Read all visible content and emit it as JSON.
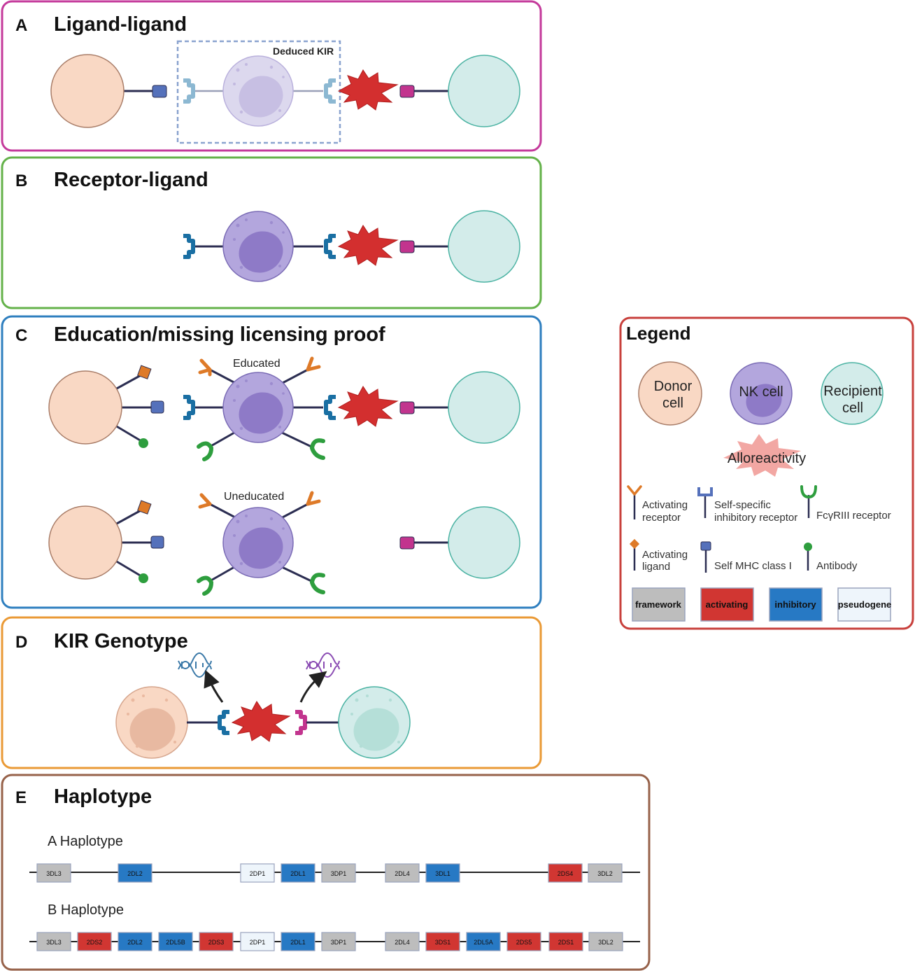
{
  "colors": {
    "donor_fill": "#f9d8c4",
    "donor_stroke": "#a97d68",
    "recipient_fill": "#d3ecea",
    "recipient_stroke": "#4bb3a3",
    "nk_fill": "#b3a6dd",
    "nk_stroke": "#7a6bb5",
    "nk_nucleus": "#8e7ac7",
    "faded_fill": "#dcd8ee",
    "faded_nucleus": "#c7bfe3",
    "inhibitory_receptor": "#1a6fa3",
    "faded_receptor": "#8cb8d2",
    "self_mhc": "#5571bb",
    "allo_star": "#d32f2f",
    "allo_star_light": "#f2a7a3",
    "ligand_magenta": "#c2348e",
    "activating_orange": "#de7a28",
    "fc_green": "#2e9e3e",
    "line": "#2c2e52",
    "framework": "#bdbdbd",
    "activating": "#d13632",
    "inhibitory": "#2779c4",
    "pseudogene": "#eef5fb",
    "border_A": "#c43a9b",
    "border_B": "#64b24a",
    "border_C": "#2f7fbf",
    "border_D": "#ea9a36",
    "border_E": "#97624a",
    "border_legend": "#c8403c"
  },
  "panels": {
    "A": {
      "letter": "A",
      "title": "Ligand-ligand",
      "dashed_label": "Deduced KIR"
    },
    "B": {
      "letter": "B",
      "title": "Receptor-ligand"
    },
    "C": {
      "letter": "C",
      "title": "Education/missing licensing proof",
      "educated_label": "Educated",
      "uneducated_label": "Uneducated"
    },
    "D": {
      "letter": "D",
      "title": "KIR Genotype"
    },
    "E": {
      "letter": "E",
      "title": "Haplotype",
      "haplotypes": [
        {
          "label": "A Haplotype",
          "genes": [
            {
              "name": "3DL3",
              "type": "framework"
            },
            {
              "name": "2DL2",
              "type": "inhibitory"
            },
            {
              "name": "2DP1",
              "type": "pseudogene"
            },
            {
              "name": "2DL1",
              "type": "inhibitory"
            },
            {
              "name": "3DP1",
              "type": "framework"
            },
            {
              "name": "2DL4",
              "type": "framework"
            },
            {
              "name": "3DL1",
              "type": "inhibitory"
            },
            {
              "name": "2DS4",
              "type": "activating"
            },
            {
              "name": "3DL2",
              "type": "framework"
            }
          ]
        },
        {
          "label": "B Haplotype",
          "genes": [
            {
              "name": "3DL3",
              "type": "framework"
            },
            {
              "name": "2DS2",
              "type": "activating"
            },
            {
              "name": "2DL2",
              "type": "inhibitory"
            },
            {
              "name": "2DL5B",
              "type": "inhibitory"
            },
            {
              "name": "2DS3",
              "type": "activating"
            },
            {
              "name": "2DP1",
              "type": "pseudogene"
            },
            {
              "name": "2DL1",
              "type": "inhibitory"
            },
            {
              "name": "3DP1",
              "type": "framework"
            },
            {
              "name": "2DL4",
              "type": "framework"
            },
            {
              "name": "3DS1",
              "type": "activating"
            },
            {
              "name": "2DL5A",
              "type": "inhibitory"
            },
            {
              "name": "2DS5",
              "type": "activating"
            },
            {
              "name": "2DS1",
              "type": "activating"
            },
            {
              "name": "3DL2",
              "type": "framework"
            }
          ]
        }
      ]
    }
  },
  "legend": {
    "title": "Legend",
    "donor_line1": "Donor",
    "donor_line2": "cell",
    "nk": "NK cell",
    "recipient_line1": "Recipient",
    "recipient_line2": "cell",
    "alloreactivity": "Alloreactivity",
    "activating_receptor_1": "Activating",
    "activating_receptor_2": "receptor",
    "self_inhibitory_1": "Self-specific",
    "self_inhibitory_2": "inhibitory receptor",
    "fc_receptor": "FcγRIII receptor",
    "activating_ligand_1": "Activating",
    "activating_ligand_2": "ligand",
    "self_mhc": "Self MHC class I",
    "antibody": "Antibody",
    "key_framework": "framework",
    "key_activating": "activating",
    "key_inhibitory": "inhibitory",
    "key_pseudogene": "pseudogene"
  }
}
